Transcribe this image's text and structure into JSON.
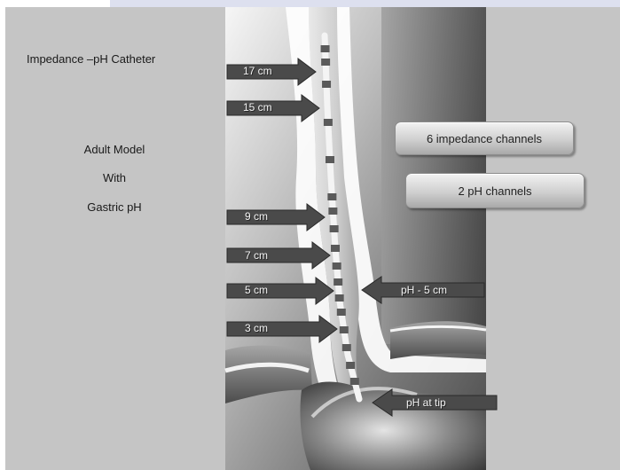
{
  "title": "Impedance –pH Catheter",
  "model": {
    "line1": "Adult Model",
    "line2": "With",
    "line3": "Gastric pH"
  },
  "channels": {
    "impedance": "6 impedance channels",
    "ph": "2 pH channels"
  },
  "sensors": [
    {
      "label": "17 cm"
    },
    {
      "label": "15 cm"
    },
    {
      "label": "9 cm"
    },
    {
      "label": "7 cm"
    },
    {
      "label": "5 cm"
    },
    {
      "label": "3 cm"
    }
  ],
  "ph_sensors": [
    {
      "label": "pH - 5 cm"
    },
    {
      "label": "pH at tip"
    }
  ],
  "colors": {
    "panel": "#c5c5c5",
    "arrow": "#4a4a4a",
    "tissue": "#ffffff",
    "lumen": "#6a6a6a",
    "catheter_band": "#5a5a5a"
  }
}
